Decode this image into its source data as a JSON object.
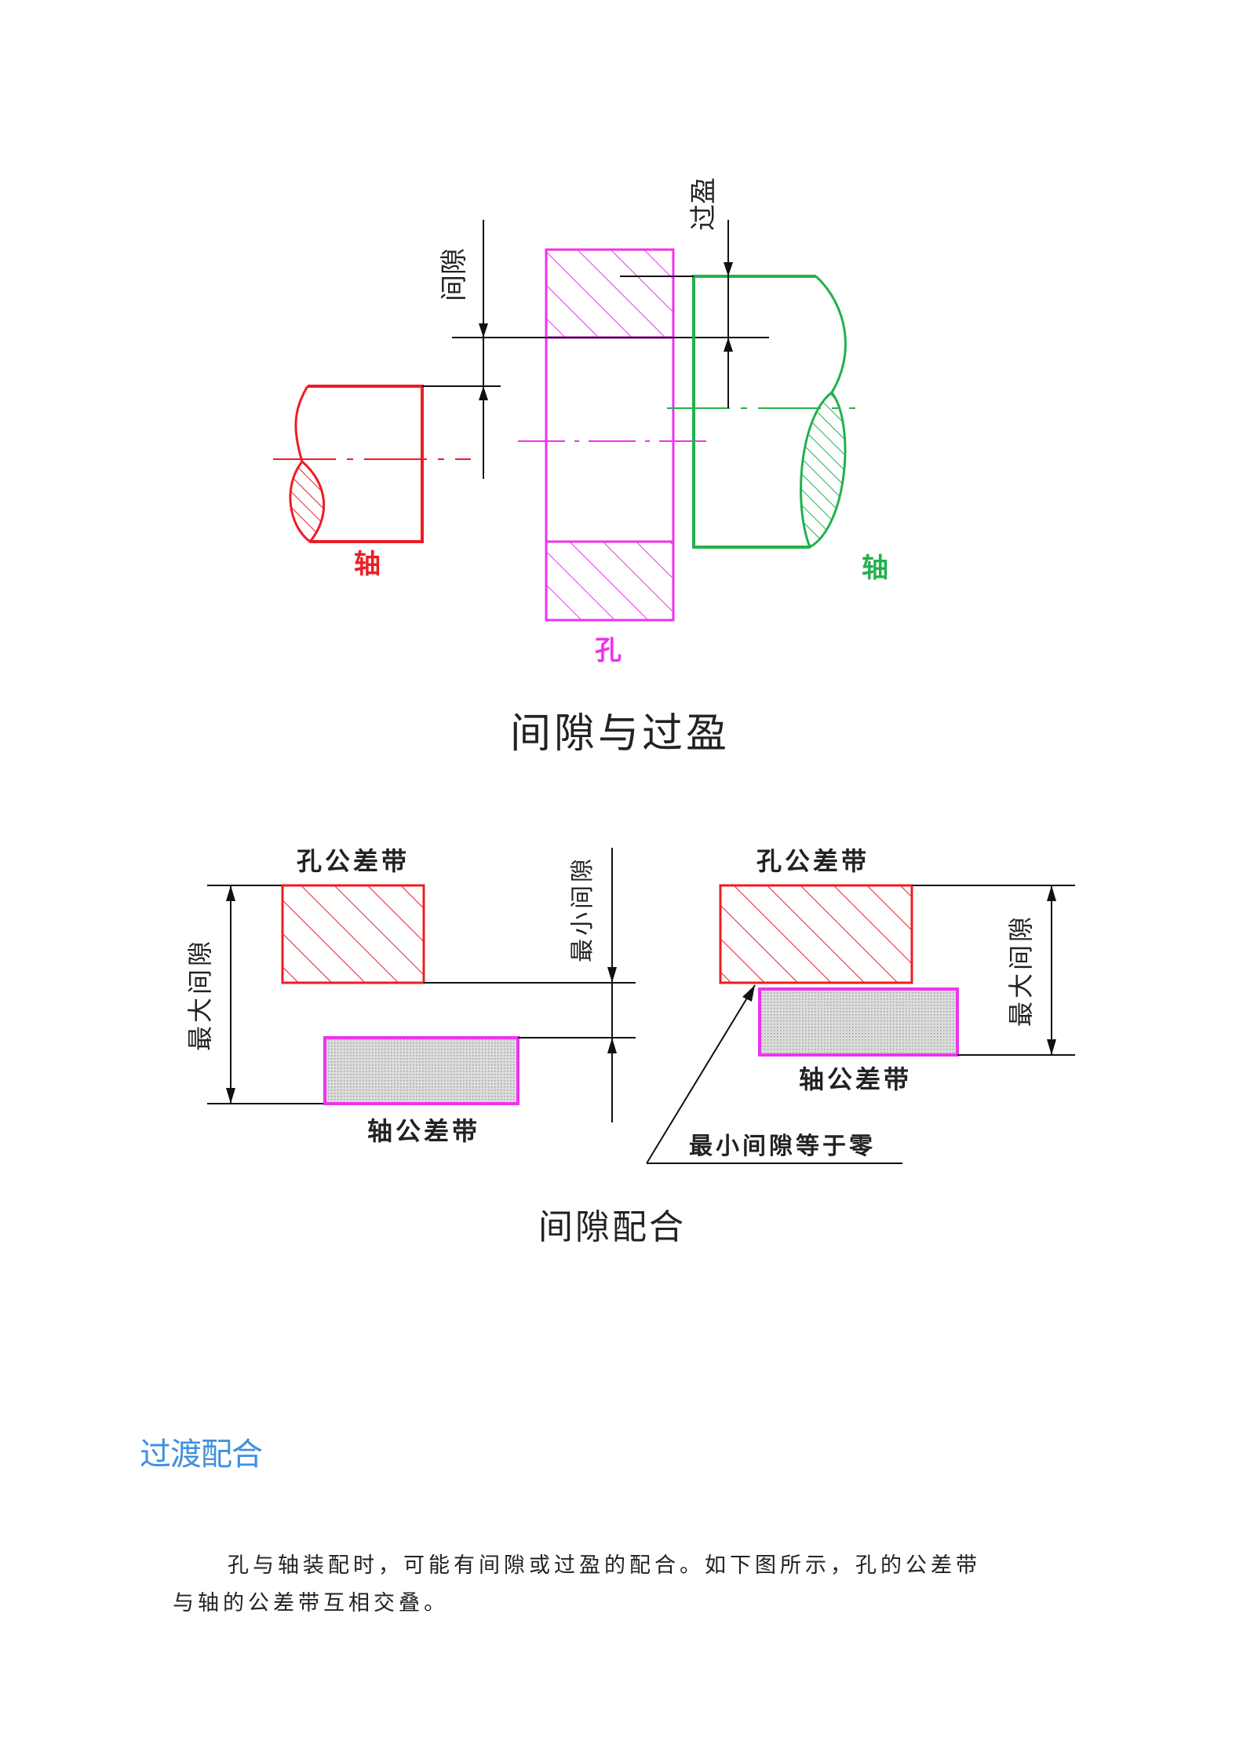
{
  "figure1": {
    "labels": {
      "clearance_vertical": "间隙",
      "interference_vertical": "过盈",
      "shaft_left": "轴",
      "hole": "孔",
      "shaft_right": "轴"
    },
    "caption": "间隙与过盈",
    "colors": {
      "shaft_left": "#ee1c24",
      "hole": "#ee33ee",
      "shaft_right": "#22b14c"
    }
  },
  "figure2": {
    "left": {
      "hole_band": "孔公差带",
      "shaft_band": "轴公差带",
      "max_clearance": "最大间隙",
      "min_clearance": "最小间隙"
    },
    "right": {
      "hole_band": "孔公差带",
      "shaft_band": "轴公差带",
      "max_clearance": "最大间隙",
      "min_clearance_zero": "最小间隙等于零"
    },
    "caption": "间隙配合",
    "colors": {
      "hole_band": "#ee1c24",
      "shaft_band": "#ee33ee",
      "shaft_fill": "#d8d8d8"
    }
  },
  "section": {
    "heading": "过渡配合",
    "paragraph": "孔与轴装配时，可能有间隙或过盈的配合。如下图所示，孔的公差带与轴的公差带互相交叠。"
  }
}
